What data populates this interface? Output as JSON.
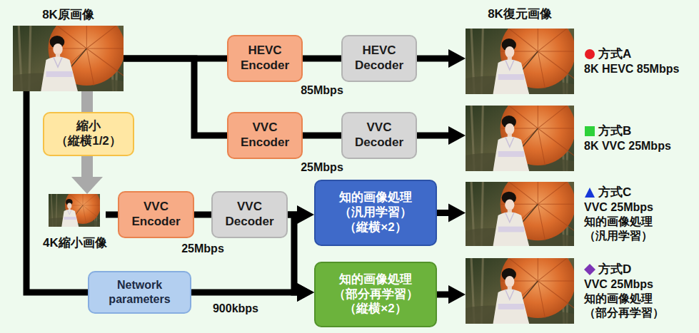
{
  "diagram": {
    "nodes": [
      {
        "text": [
          "8K原画像"
        ]
      },
      {
        "text": [
          "HEVC Encoder"
        ]
      },
      {
        "text": [
          "HEVC Decoder"
        ]
      },
      {
        "text": [
          "VVC Encoder"
        ]
      },
      {
        "text": [
          "VVC Decoder"
        ]
      },
      {
        "text": [
          "縮小 （縦横1/2）"
        ]
      },
      {
        "text": [
          "4K縮小画像"
        ]
      },
      {
        "text": [
          "VVC Encoder"
        ]
      },
      {
        "text": [
          "VVC Decoder"
        ]
      },
      {
        "text": [
          "知的画像処理 （汎用学習） （縦横×2）"
        ]
      },
      {
        "text": [
          "Network parameters"
        ]
      },
      {
        "text": [
          "知的画像処理 （部分再学習） （縦横×2）"
        ]
      },
      {
        "text": [
          "8K復元画像",
          "方式A",
          "8K HEVC 85Mbps"
        ]
      },
      {
        "text": [
          "方式B",
          "8K VVC 25Mbps"
        ]
      },
      {
        "text": [
          "方式C",
          "VVC 25Mbps 知的画像処理 （汎用学習）"
        ]
      },
      {
        "text": [
          "方式D",
          "VVC 25Mbps 知的画像処理 （部分再学習）"
        ]
      }
    ],
    "edges": [
      {
        "from": 0,
        "to": 1,
        "arrow": "none"
      },
      {
        "from": 1,
        "to": 2,
        "label": "85Mbps",
        "arrow": "none"
      },
      {
        "from": 2,
        "to": 12,
        "arrow": "to"
      },
      {
        "from": 0,
        "to": 3,
        "arrow": "none"
      },
      {
        "from": 3,
        "to": 4,
        "label": "25Mbps",
        "arrow": "none"
      },
      {
        "from": 4,
        "to": 13,
        "arrow": "to"
      },
      {
        "from": 0,
        "to": 5,
        "arrow": "none"
      },
      {
        "from": 5,
        "to": 6,
        "arrow": "to"
      },
      {
        "from": 6,
        "to": 7,
        "arrow": "none"
      },
      {
        "from": 7,
        "to": 8,
        "label": "25Mbps",
        "arrow": "none"
      },
      {
        "from": 8,
        "to": 9,
        "arrow": "to"
      },
      {
        "from": 8,
        "to": 11,
        "arrow": "to"
      },
      {
        "from": 9,
        "to": 14,
        "arrow": "to"
      },
      {
        "from": 0,
        "to": 10,
        "arrow": "none"
      },
      {
        "from": 10,
        "to": 11,
        "label": "900kbps",
        "arrow": "to"
      },
      {
        "from": 11,
        "to": 15,
        "arrow": "to"
      }
    ]
  }
}
